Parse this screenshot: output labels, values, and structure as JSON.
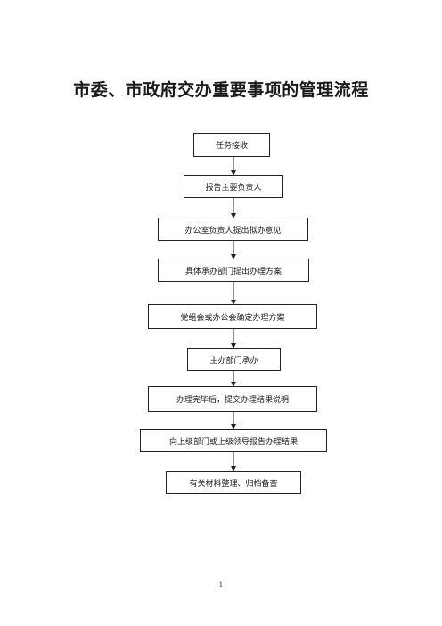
{
  "title": "市委、市政府交办重要事项的管理流程",
  "steps": [
    "任务接收",
    "报告主要负责人",
    "办公室负责人提出拟办意见",
    "具体承办部门提出办理方案",
    "党组会或办公会确定办理方案",
    "主办部门承办",
    "办理完毕后，提交办理结果说明",
    "向上级部门或上级领导报告办理结果",
    "有关材料整理、归档备查"
  ],
  "page_number": "1"
}
